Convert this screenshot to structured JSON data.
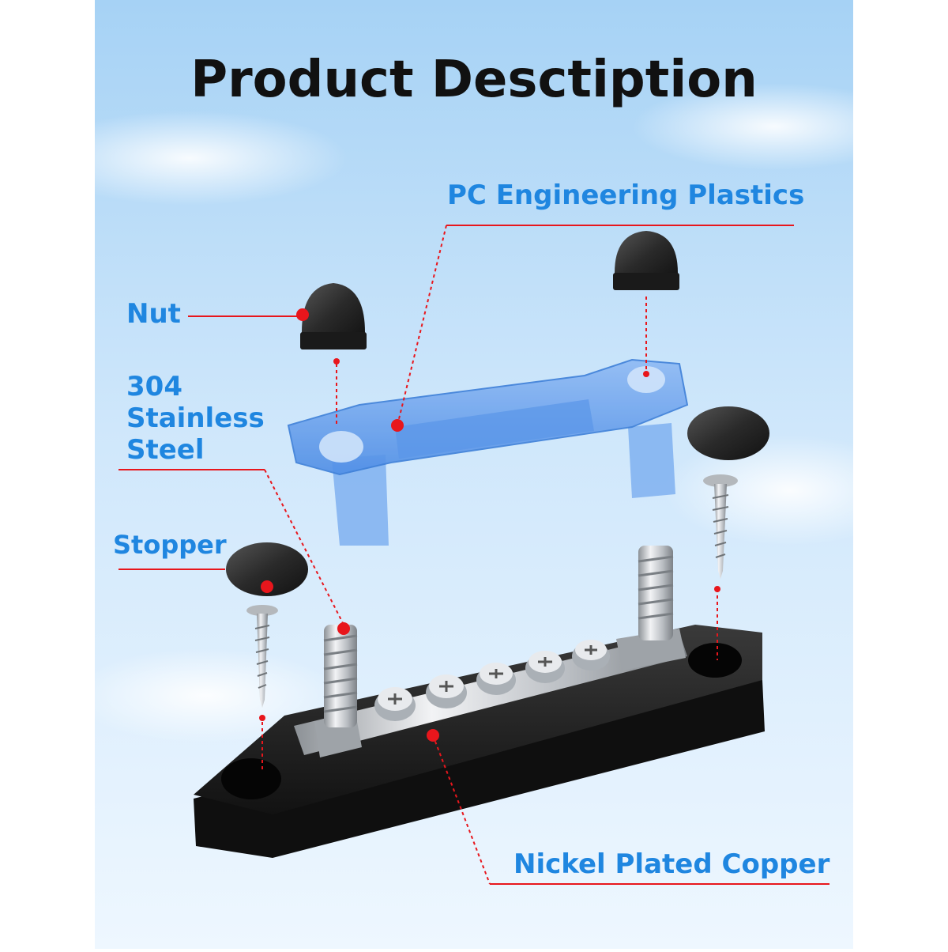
{
  "title": "Product Desctiption",
  "labels": {
    "pc_plastics": "PC Engineering Plastics",
    "nut": "Nut",
    "steel_line1": "304",
    "steel_line2": "Stainless",
    "steel_line3": "Steel",
    "stopper": "Stopper",
    "copper": "Nickel Plated Copper"
  },
  "colors": {
    "label_blue": "#1f86e0",
    "title_black": "#111111",
    "pointer_red": "#e8161c",
    "sky_top": "#a9d4f6",
    "sky_bottom": "#eaf5ff",
    "cover_blue": "#6fa6ef",
    "rubber_black": "#2a2a2a",
    "steel": "#c9ccd0"
  }
}
